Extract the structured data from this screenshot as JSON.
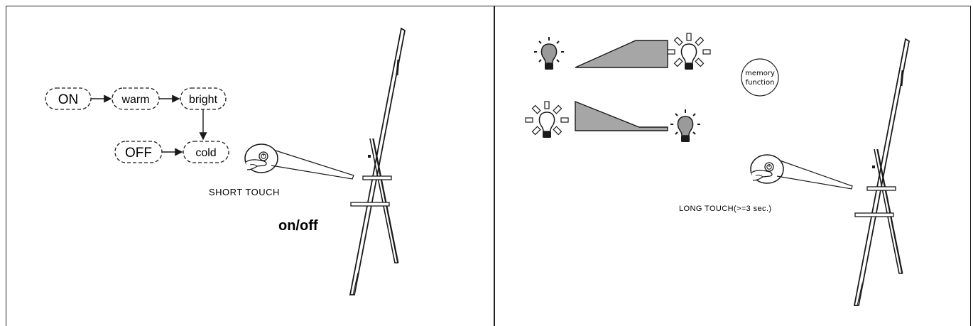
{
  "left": {
    "flow": {
      "on": "ON",
      "warm": "warm",
      "bright": "bright",
      "off": "OFF",
      "cold": "cold"
    },
    "touch_caption": "SHORT TOUCH",
    "function_label": "on/off"
  },
  "right": {
    "memory_line1": "memory",
    "memory_line2": "function",
    "touch_caption": "LONG TOUCH(>=3 sec.)"
  },
  "icons": [
    "bulb-dim-icon",
    "bulb-bright-icon",
    "finger-touch-icon",
    "power-icon",
    "mirror-stand-icon"
  ],
  "colors": {
    "line": "#1a1a1a",
    "wedge_fill": "#a6a6a6",
    "bulb_grey": "#9a9a9a"
  }
}
